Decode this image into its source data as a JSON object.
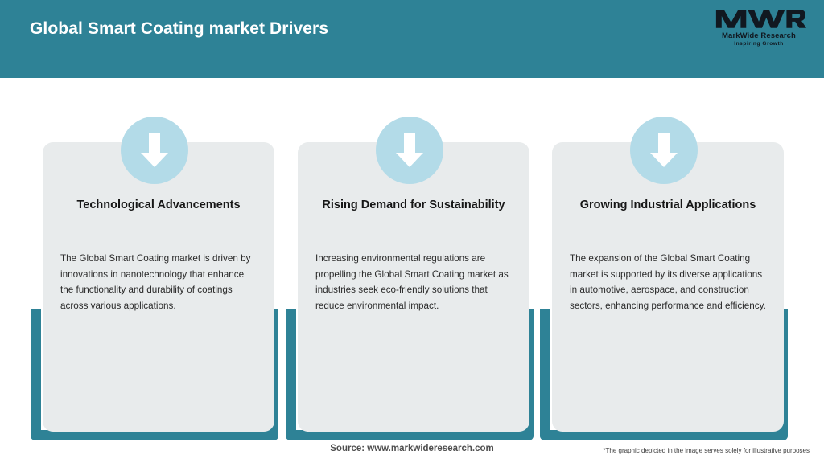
{
  "header": {
    "title": "Global Smart Coating market Drivers",
    "background_color": "#2e8296",
    "title_color": "#ffffff"
  },
  "logo": {
    "mark": "MWR",
    "name": "MarkWide Research",
    "tagline": "Inspiring Growth"
  },
  "theme": {
    "accent_color": "#2e8296",
    "card_color": "#e8ebec",
    "badge_color": "#b3dbe8",
    "arrow_color": "#ffffff"
  },
  "cards": [
    {
      "icon": "down-arrow-icon",
      "title": "Technological Advancements",
      "body": "The Global Smart Coating market is driven by innovations in nanotechnology that enhance the functionality and durability of coatings across various applications."
    },
    {
      "icon": "down-arrow-icon",
      "title": "Rising Demand for Sustainability",
      "body": "Increasing environmental regulations are propelling the Global Smart Coating market as industries seek eco-friendly solutions that reduce environmental impact."
    },
    {
      "icon": "down-arrow-icon",
      "title": "Growing Industrial Applications",
      "body": "The expansion of the Global Smart Coating market is supported by its diverse applications in automotive, aerospace, and construction sectors, enhancing performance and efficiency."
    }
  ],
  "footer": {
    "source": "Source: www.markwideresearch.com",
    "disclaimer": "*The graphic depicted in the image serves solely for illustrative purposes"
  }
}
